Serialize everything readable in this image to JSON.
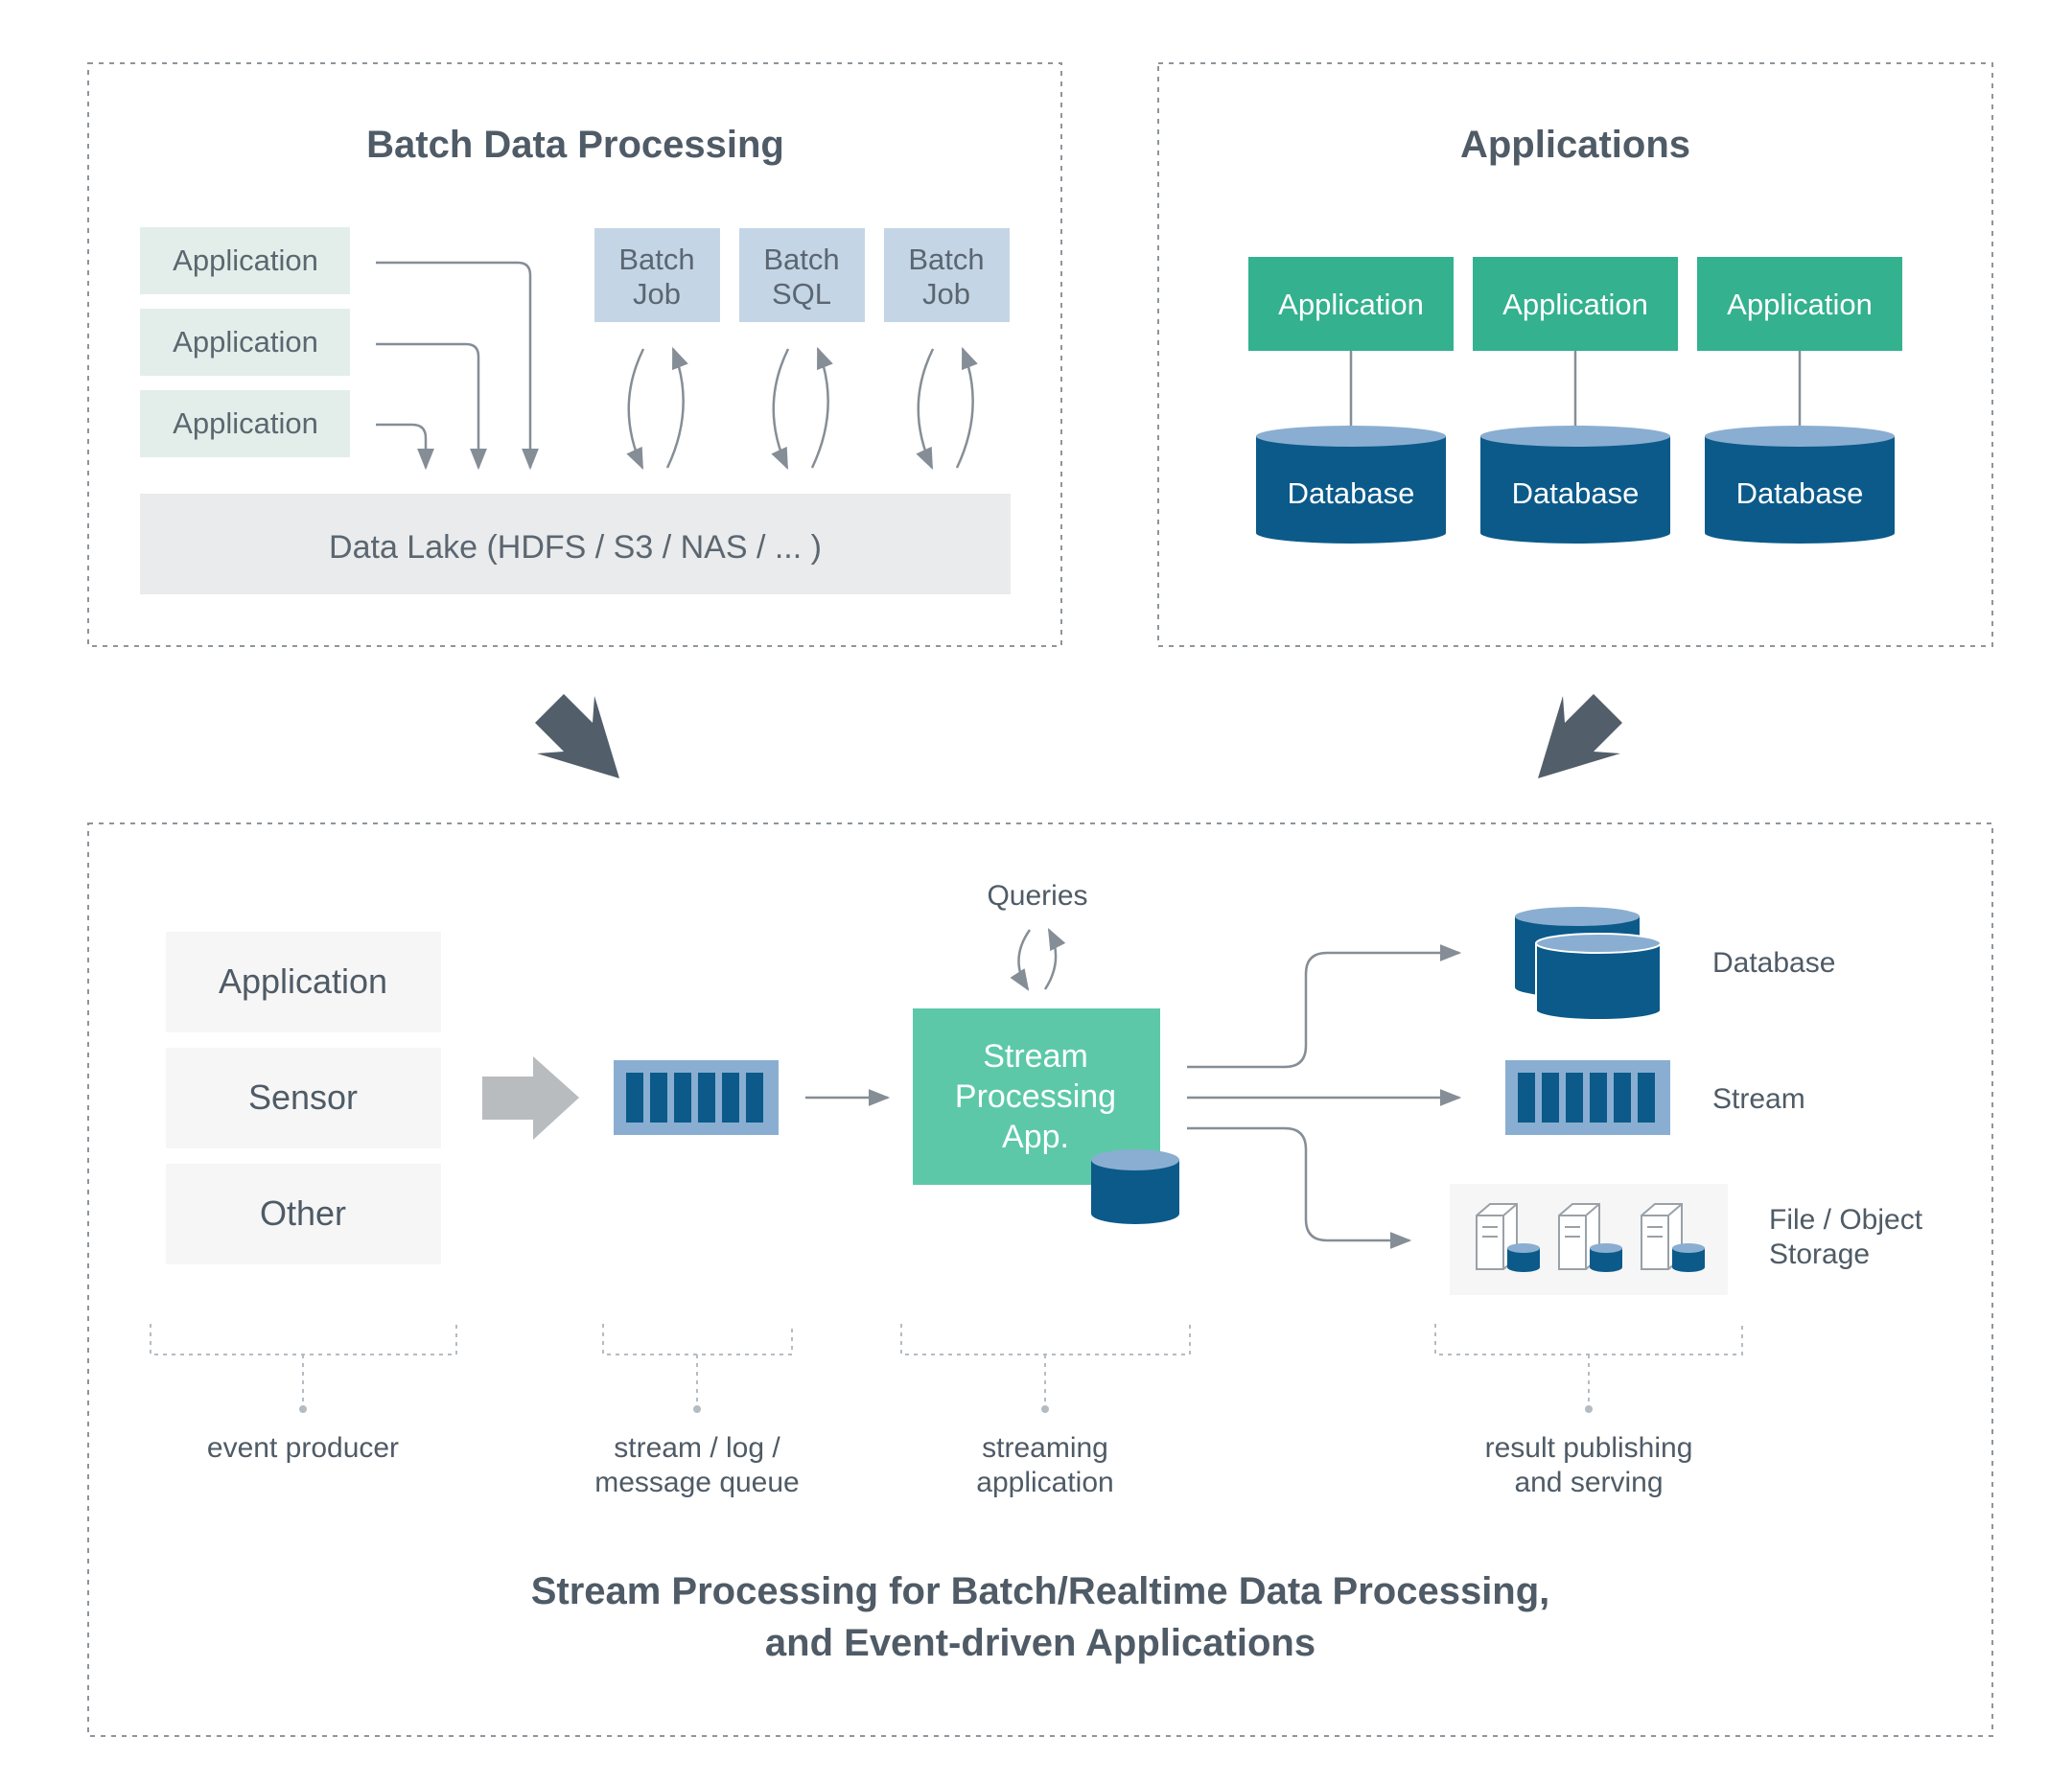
{
  "batch": {
    "title": "Batch Data Processing",
    "apps": [
      "Application",
      "Application",
      "Application"
    ],
    "jobs": [
      {
        "line1": "Batch",
        "line2": "Job"
      },
      {
        "line1": "Batch",
        "line2": "SQL"
      },
      {
        "line1": "Batch",
        "line2": "Job"
      }
    ],
    "lake": "Data Lake (HDFS / S3 / NAS / ... )"
  },
  "applications": {
    "title": "Applications",
    "items": [
      {
        "app": "Application",
        "db": "Database"
      },
      {
        "app": "Application",
        "db": "Database"
      },
      {
        "app": "Application",
        "db": "Database"
      }
    ]
  },
  "stream": {
    "producers": [
      "Application",
      "Sensor",
      "Other"
    ],
    "queries_label": "Queries",
    "app": {
      "line1": "Stream",
      "line2": "Processing",
      "line3": "App."
    },
    "outputs": {
      "database": "Database",
      "stream": "Stream",
      "storage_line1": "File / Object",
      "storage_line2": "Storage"
    },
    "captions": {
      "producer": "event producer",
      "queue_line1": "stream / log /",
      "queue_line2": "message queue",
      "app_line1": "streaming",
      "app_line2": "application",
      "result_line1": "result publishing",
      "result_line2": "and serving"
    },
    "title_line1": "Stream Processing for Batch/Realtime Data Processing,",
    "title_line2": "and Event-driven Applications"
  },
  "colors": {
    "teal": "#34b18f",
    "teal_light": "#5cc8a8",
    "navy": "#0b5a8a",
    "navy_top": "#8aaed1",
    "job_blue": "#c4d5e6",
    "app_green_light": "#e3eeea",
    "lake_grey": "#e9ebec",
    "dark_arrow": "#525e69"
  }
}
